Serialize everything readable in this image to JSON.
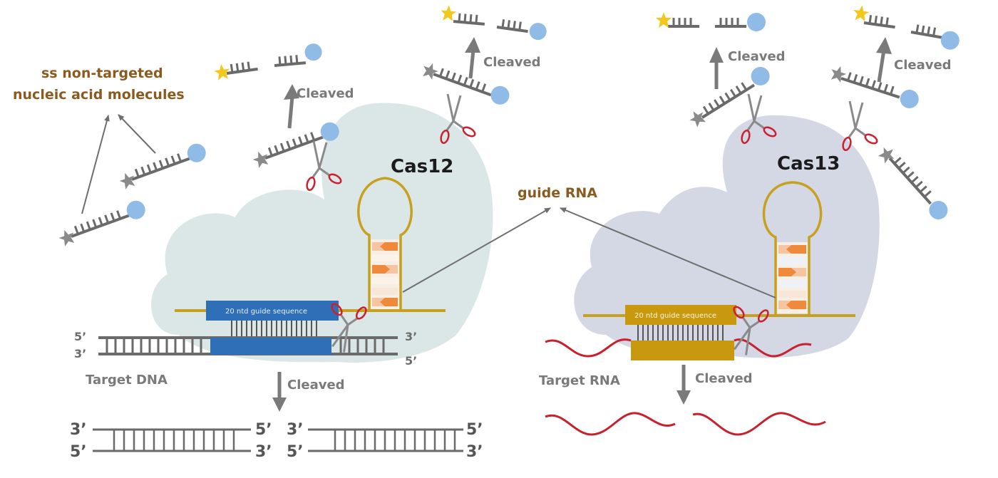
{
  "figure": {
    "labels": {
      "ss_non_targeted_line1": "ss non-targeted",
      "ss_non_targeted_line2": "nucleic acid molecules",
      "guide_rna": "guide RNA",
      "cas12": "Cas12",
      "cas13": "Cas13",
      "target_dna": "Target DNA",
      "target_rna": "Target RNA",
      "cleaved": "Cleaved",
      "guide_sequence_cas12": "20 ntd guide  sequence",
      "guide_sequence_cas13": "20 ntd guide  sequence",
      "five_prime": "5’",
      "three_prime": "3’"
    },
    "colors": {
      "cas12_body": "#dbe7e7",
      "cas13_body": "#d3d8e4",
      "guide_rna_strand": "#c8a020",
      "cas12_guide_block": "#2e6fb8",
      "cas13_guide_block": "#c8980e",
      "reporter_strand": "#6a6a6a",
      "quencher": "#8fbbe6",
      "fluorophore_active": "#f2c81c",
      "fluorophore_quenched": "#8a8a8a",
      "scissors_handle": "#cc2030",
      "rna_strand": "#c8202c",
      "stem_orange": "#ef8a3c",
      "stem_light": "#f5c4a0",
      "label_brown": "#8a5a1e",
      "label_grey": "#7a7a7a"
    },
    "panels": [
      {
        "name": "Cas12",
        "target": "Target DNA",
        "cleaved_products": [
          "3’-5’ / 5’-3’ dsDNA fragment",
          "3’-5’ / 5’-3’ dsDNA fragment"
        ]
      },
      {
        "name": "Cas13",
        "target": "Target RNA",
        "cleaved_products": [
          "RNA fragment",
          "RNA fragment"
        ]
      }
    ]
  }
}
